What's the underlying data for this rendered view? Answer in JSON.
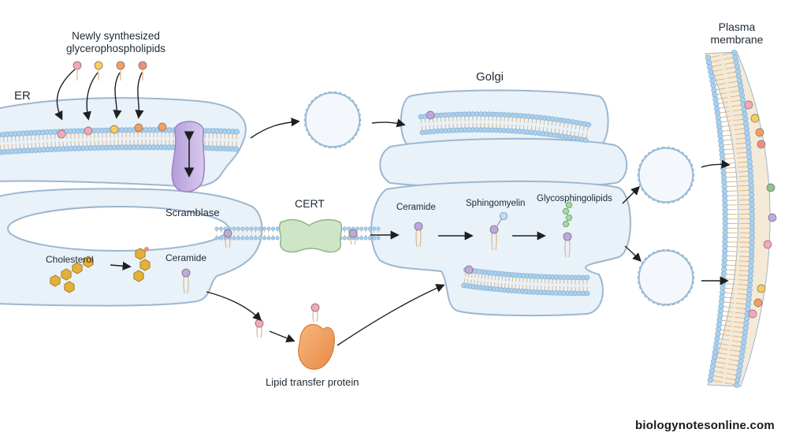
{
  "labels": {
    "newly_synth_line1": "Newly synthesized",
    "newly_synth_line2": "glycerophospholipids",
    "er": "ER",
    "golgi": "Golgi",
    "plasma_line1": "Plasma",
    "plasma_line2": "membrane",
    "scramblase": "Scramblase",
    "cert": "CERT",
    "cholesterol": "Cholesterol",
    "ceramide_er": "Ceramide",
    "ceramide_golgi": "Ceramide",
    "sphingomyelin": "Sphingomyelin",
    "glycosphingolipids": "Glycosphingolipids",
    "lipid_transfer": "Lipid transfer protein"
  },
  "watermark": "biologynotesonline.com",
  "colors": {
    "membrane_fill": "#e9f1f9",
    "membrane_stroke": "#9cb7cf",
    "lipid_head": "#a9d0ee",
    "lipid_tail": "#d9b98a",
    "pink": "#f4a7b9",
    "yellow": "#f5cf57",
    "orange": "#f2a05b",
    "coral": "#ee8f7c",
    "purple": "#bfa8df",
    "green": "#8cc48d",
    "scramblase": "#c9b6e6",
    "cert": "#c9e2c0",
    "lipid_transfer_protein": "#f1a35f",
    "cholesterol": "#e3b13a"
  },
  "icons": [
    "scramblase-protein",
    "cert-protein",
    "lipid-transfer-protein",
    "cholesterol-ring",
    "vesicle"
  ]
}
